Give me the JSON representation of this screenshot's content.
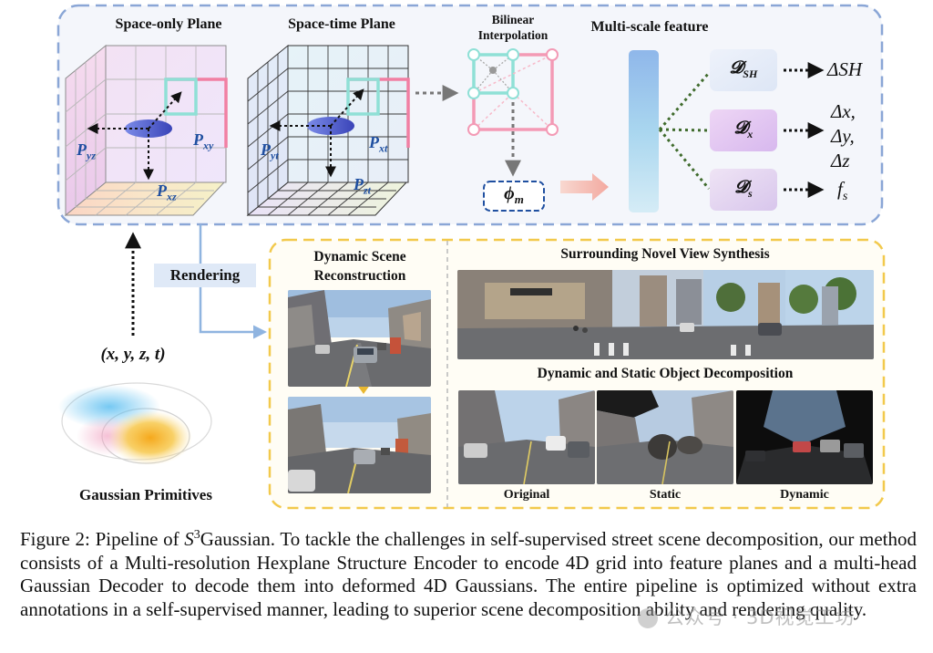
{
  "figure": {
    "top_panel": {
      "space_only_plane": {
        "title": "Space-only Plane",
        "planes": [
          "P",
          "P",
          "P"
        ],
        "subscripts": [
          "yz",
          "xy",
          "xz"
        ]
      },
      "space_time_plane": {
        "title": "Space-time Plane",
        "planes": [
          "P",
          "P",
          "P"
        ],
        "subscripts": [
          "yt",
          "xt",
          "zt"
        ]
      },
      "interpolation": {
        "line1": "Bilinear",
        "line2": "Interpolation"
      },
      "phi": {
        "symbol": "ϕ",
        "sub": "m"
      },
      "multi_scale": {
        "title": "Multi-scale feature"
      },
      "decoders": [
        {
          "symbol": "𝓓",
          "sub": "SH",
          "output": "ΔSH",
          "output_sub": ""
        },
        {
          "symbol": "𝓓",
          "sub": "x",
          "output": "Δx,\nΔy,\nΔz",
          "output_sub": ""
        },
        {
          "symbol": "𝓓",
          "sub": "s",
          "output": "f",
          "output_sub": "s"
        }
      ]
    },
    "left_column": {
      "rendering_label": "Rendering",
      "coords_label": "(x, y, z, t)",
      "gaussian_label": "Gaussian Primitives"
    },
    "bottom_panel": {
      "dynamic_scene": {
        "line1": "Dynamic Scene",
        "line2": "Reconstruction"
      },
      "novel_view": {
        "title": "Surrounding Novel View Synthesis"
      },
      "decomposition": {
        "title": "Dynamic and Static Object Decomposition",
        "labels": [
          "Original",
          "Static",
          "Dynamic"
        ]
      }
    },
    "colors": {
      "top_border": "#8aa6d6",
      "top_bg": "#f4f6fb",
      "bottom_border": "#f2c94c",
      "bottom_bg": "#fffdf5",
      "pink": "#f08aa8",
      "teal": "#8fe0d6",
      "ellipse": "#4a57c9",
      "arrow_green": "#3f6b2c",
      "accent_blue": "#1f4fa0"
    }
  },
  "caption": {
    "label": "Figure 2: ",
    "text_before": "Pipeline of ",
    "s_letter": "S",
    "s_sup": "3",
    "text_after": "Gaussian. To tackle the challenges in self-supervised street scene decomposition, our method consists of a Multi-resolution Hexplane Structure Encoder to encode 4D grid into feature planes and a multi-head Gaussian Decoder to decode them into deformed 4D Gaussians. The entire pipeline is optimized without extra annotations in a self-supervised manner, leading to superior scene decomposition ability and rendering quality."
  },
  "watermark": {
    "text": "公众号 · 3D视觉工坊"
  }
}
